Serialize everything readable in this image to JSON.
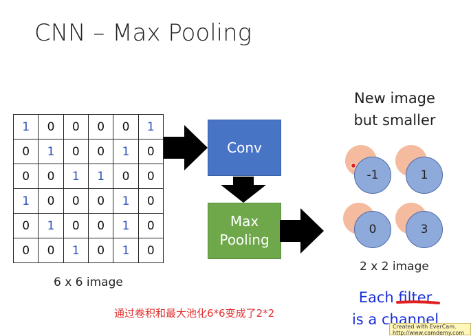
{
  "title": "CNN – Max Pooling",
  "input_grid": {
    "rows": [
      [
        "1",
        "0",
        "0",
        "0",
        "0",
        "1"
      ],
      [
        "0",
        "1",
        "0",
        "0",
        "1",
        "0"
      ],
      [
        "0",
        "0",
        "1",
        "1",
        "0",
        "0"
      ],
      [
        "1",
        "0",
        "0",
        "0",
        "1",
        "0"
      ],
      [
        "0",
        "1",
        "0",
        "0",
        "1",
        "0"
      ],
      [
        "0",
        "0",
        "1",
        "0",
        "1",
        "0"
      ]
    ],
    "caption": "6 x 6 image"
  },
  "conv_label": "Conv",
  "pool_label_line1": "Max",
  "pool_label_line2": "Pooling",
  "new_image_line1": "New image",
  "new_image_line2": "but smaller",
  "result_values": [
    "-1",
    "1",
    "0",
    "3"
  ],
  "result_caption": "2 x 2 image",
  "each_filter_line1": "Each filter",
  "each_filter_line2": "is a channel",
  "chinese_note": "通过卷积和最大池化6*6变成了2*2",
  "watermark_line1": "Created with EverCam.",
  "watermark_line2": "http://www.camdemy.com",
  "colors": {
    "conv_box": "#4874c6",
    "pool_box": "#6ea84a",
    "one_digit": "#2c4fb8",
    "note_red": "#e03030",
    "filter_blue": "#1a2fd8"
  }
}
